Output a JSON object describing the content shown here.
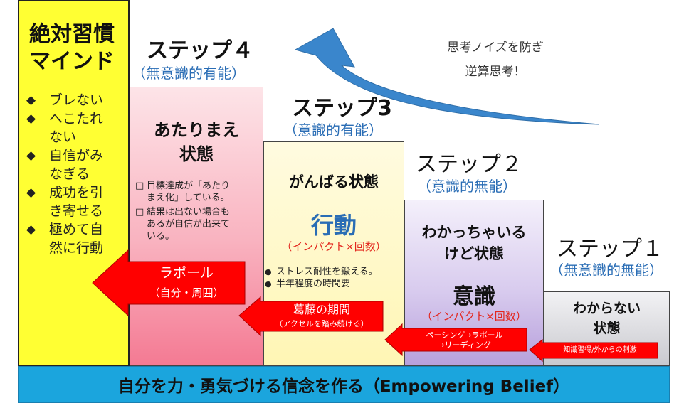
{
  "mindset": {
    "title_line1": "絶対習慣",
    "title_line2": "マインド",
    "items": [
      {
        "marker": "◆",
        "lines": [
          "ブレない"
        ]
      },
      {
        "marker": "◆",
        "lines": [
          "へこたれ",
          "ない"
        ]
      },
      {
        "marker": "◆",
        "lines": [
          "自信がみ",
          "なぎる"
        ]
      },
      {
        "marker": "◆",
        "lines": [
          "成功を引",
          "き寄せる"
        ]
      },
      {
        "marker": "◆",
        "lines": [
          "極めて自",
          "然に行動"
        ]
      }
    ]
  },
  "step4": {
    "title": "ステップ４",
    "subtitle": "（無意識的有能）",
    "state_line1": "あたりまえ",
    "state_line2": "状態",
    "check1": [
      "目標達成が「あたり",
      "まえ化」している。"
    ],
    "check2": [
      "結果は出ない場合も",
      "あるが自信が出来て",
      "いる。"
    ],
    "check_marker": "□"
  },
  "step3": {
    "title": "ステップ3",
    "subtitle": "（意識的有能）",
    "state": "がんばる状態",
    "keyword": "行動",
    "impact": "（インパクト×回数）",
    "bullets": [
      "ストレス耐性を鍛える。",
      "半年程度の時間要"
    ],
    "bullet_marker": "●"
  },
  "step2": {
    "title": "ステップ２",
    "subtitle": "（意識的無能）",
    "state_line1": "わかっちゃいる",
    "state_line2": "けど状態",
    "keyword": "意識",
    "impact": "（インパクト×回数）"
  },
  "step1": {
    "title": "ステップ１",
    "subtitle": "（無意識的無能）",
    "state_line1": "わからない",
    "state_line2": "状態"
  },
  "arrows": {
    "rapport_title": "ラポール",
    "rapport_sub": "（自分・周囲）",
    "conflict_title": "葛藤の期間",
    "conflict_sub": "（アクセルを踏み続ける）",
    "pacing_line1": "ペーシング→ラポール",
    "pacing_line2": "→リーディング",
    "knowledge": "知識習得/外からの刺激"
  },
  "noise": {
    "line1": "思考ノイズを防ぎ",
    "line2": "逆算思考！"
  },
  "bottom": {
    "text": "自分を力・勇気づける信念を作る（Empowering Belief）"
  },
  "colors": {
    "mindset_bg": "#ffff33",
    "step4_bg": "#f47a93",
    "step3_bg": "#fff6b4",
    "step2_bg": "#b7a0dc",
    "step1_bg": "#c9c9cf",
    "arrow_red": "#ff0000",
    "curve_blue": "#3a86cc",
    "bottom_bar": "#1ba5dd",
    "subtitle_blue": "#2a6db5"
  }
}
